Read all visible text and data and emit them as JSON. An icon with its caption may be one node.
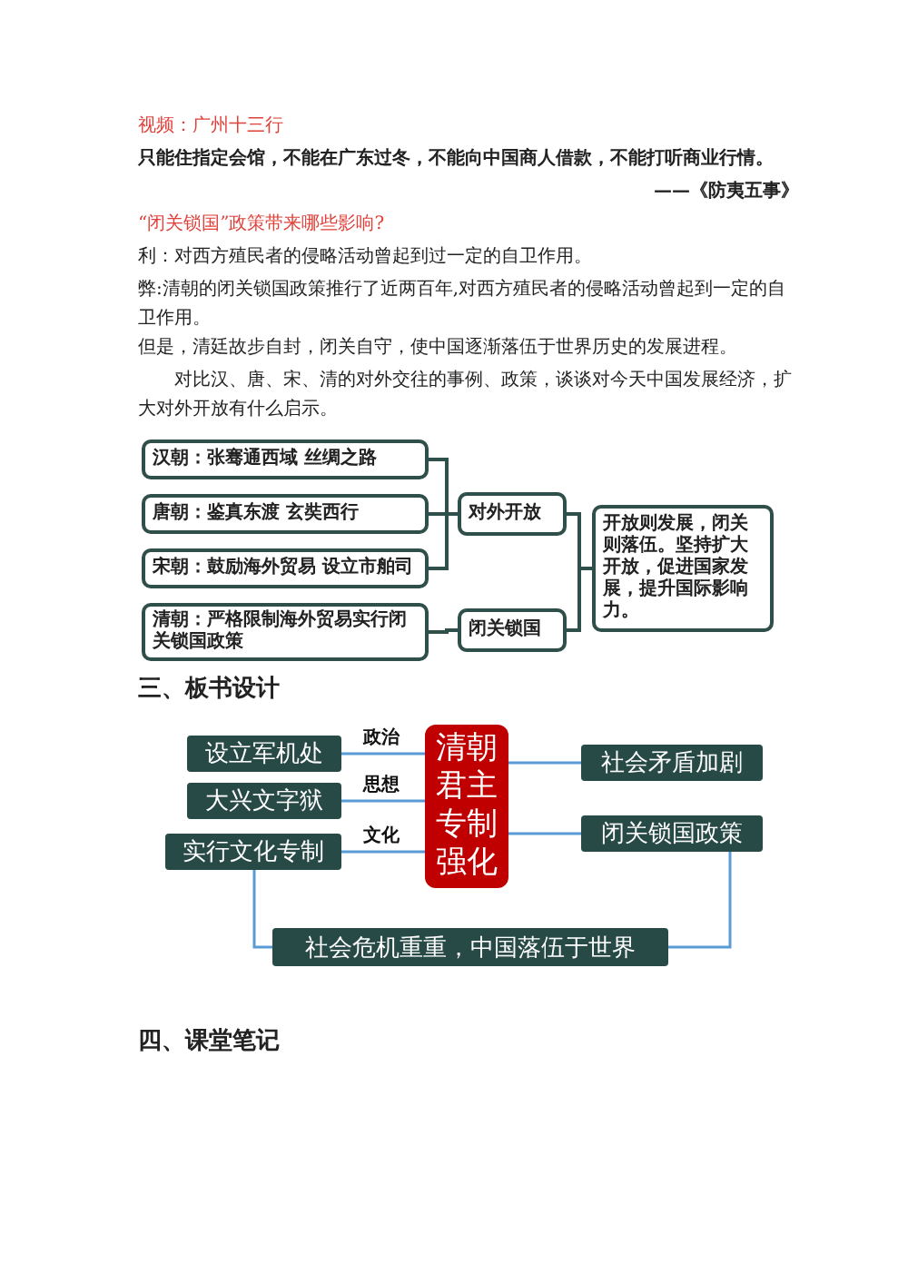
{
  "diagram": {
    "nodes": [
      {
        "text": [
          "汉朝：张骞通西域 丝绸之路"
        ]
      },
      {
        "text": [
          "唐朝：鉴真东渡 玄奘西行"
        ]
      },
      {
        "text": [
          "宋朝：鼓励海外贸易 设立市舶司"
        ]
      },
      {
        "text": [
          "清朝：严格限制海外贸易实行闭关锁国政策"
        ]
      },
      {
        "text": [
          "对外开放"
        ]
      },
      {
        "text": [
          "闭关锁国"
        ]
      },
      {
        "text": [
          "开放则发展，闭关则落伍。坚持扩大开放，促进国家发展，提升国际影响力。"
        ]
      },
      {
        "text": [
          "设立军机处"
        ]
      },
      {
        "text": [
          "大兴文字狱"
        ]
      },
      {
        "text": [
          "实行文化专制"
        ]
      },
      {
        "text": [
          "清朝君主专制强化"
        ]
      },
      {
        "text": [
          "社会矛盾加剧"
        ]
      },
      {
        "text": [
          "闭关锁国政策"
        ]
      },
      {
        "text": [
          "社会危机重重，中国落伍于世界"
        ]
      }
    ],
    "edges": [
      {
        "from": 0,
        "to": 4,
        "arrow": "none",
        "color": "#2f4f4a"
      },
      {
        "from": 1,
        "to": 4,
        "arrow": "none",
        "color": "#2f4f4a"
      },
      {
        "from": 2,
        "to": 4,
        "arrow": "none",
        "color": "#2f4f4a"
      },
      {
        "from": 3,
        "to": 5,
        "arrow": "none",
        "color": "#2f4f4a"
      },
      {
        "from": 4,
        "to": 6,
        "arrow": "none",
        "color": "#2f4f4a"
      },
      {
        "from": 5,
        "to": 6,
        "arrow": "none",
        "color": "#2f4f4a"
      },
      {
        "from": 7,
        "to": 10,
        "arrow": "none",
        "label": "政治"
      },
      {
        "from": 8,
        "to": 10,
        "arrow": "none",
        "label": "思想"
      },
      {
        "from": 9,
        "to": 10,
        "arrow": "none",
        "label": "文化"
      },
      {
        "from": 10,
        "to": 11,
        "arrow": "none"
      },
      {
        "from": 10,
        "to": 12,
        "arrow": "none"
      },
      {
        "from": 9,
        "to": 13,
        "arrow": "none"
      },
      {
        "from": 12,
        "to": 13,
        "arrow": "none"
      }
    ],
    "labels": [
      "视频：广州十三行",
      "只能住指定会馆，不能在广东过冬，不能向中国商人借款，不能打听商业行情。",
      "——《防夷五事》",
      "“闭关锁国”政策带来哪些影响?",
      "利：对西方殖民者的侵略活动曾起到过一定的自卫作用。",
      "弊:清朝的闭关锁国政策推行了近两百年,对西方殖民者的侵略活动曾起到一定的自卫作用。",
      "但是，清廷故步自封，闭关自守，使中国逐渐落伍于世界历史的发展进程。",
      "对比汉、唐、宋、清的对外交往的事例、政策，谈谈对今天中国发展经济，扩大对外开放有什么启示。",
      "三、板书设计",
      "四、课堂笔记"
    ]
  }
}
